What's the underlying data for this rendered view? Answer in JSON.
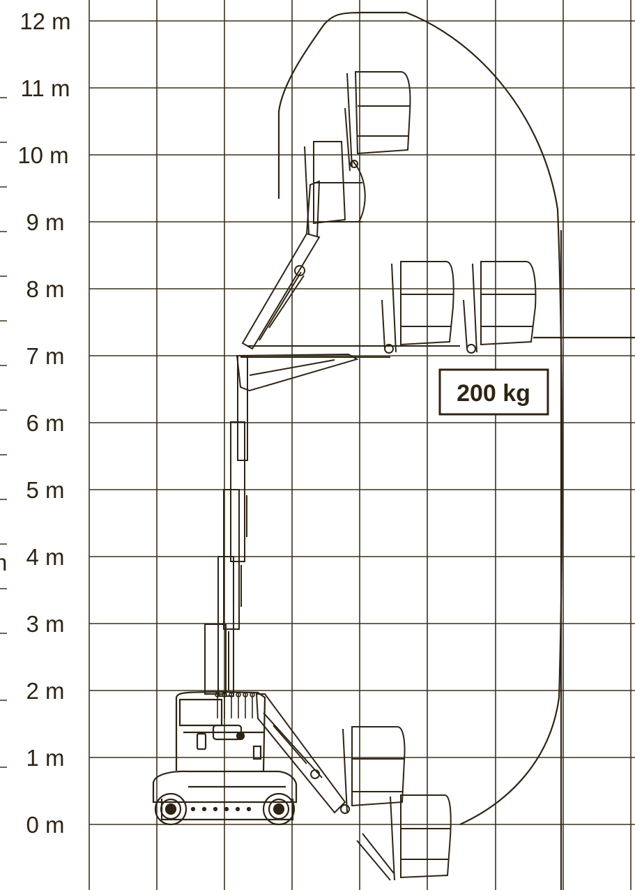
{
  "colors": {
    "ink": "#2e2414",
    "grid": "#3a301c",
    "background": "#ffffff"
  },
  "axis": {
    "labels": [
      "0 m",
      "1 m",
      "2 m",
      "3 m",
      "4 m",
      "5 m",
      "6 m",
      "7 m",
      "8 m",
      "9 m",
      "10 m",
      "11 m",
      "12 m"
    ]
  },
  "load_label": "200 kg",
  "clipped_left_glyph": "n",
  "icons": [
    "vehicle-chassis",
    "wheel",
    "telescopic-mast",
    "jib-arm",
    "work-platform-basket",
    "working-envelope-curve"
  ]
}
